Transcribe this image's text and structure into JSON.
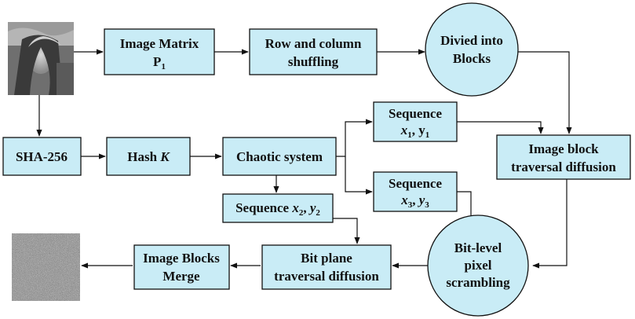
{
  "nodes": {
    "image_matrix": {
      "line1": "Image Matrix",
      "line2_main": "P",
      "line2_sub": "1"
    },
    "row_column_shuffling": {
      "line1": "Row and column",
      "line2": "shuffling"
    },
    "divided_blocks": {
      "line1": "Divied into",
      "line2": "Blocks"
    },
    "sha256": {
      "label": "SHA-256"
    },
    "hash_k": {
      "text": "Hash ",
      "var": "K"
    },
    "chaotic_system": {
      "label": "Chaotic system"
    },
    "seq_x1_y1": {
      "line1": "Sequence",
      "x": "x",
      "x_sub": "1",
      "sep": ", ",
      "y": "y",
      "y_sub": "1"
    },
    "seq_x3_y3": {
      "line1": "Sequence",
      "x": "x",
      "x_sub": "3",
      "sep": ", ",
      "y": "y",
      "y_sub": "3"
    },
    "seq_x2_y2": {
      "prefix": "Sequence ",
      "x": "x",
      "x_sub": "2",
      "sep": ", ",
      "y": "y",
      "y_sub": "2"
    },
    "image_block_diffusion": {
      "line1": "Image block",
      "line2": "traversal diffusion"
    },
    "bit_level_scrambling": {
      "line1": "Bit-level",
      "line2": "pixel",
      "line3": "scrambling"
    },
    "bit_plane_diffusion": {
      "line1": "Bit plane",
      "line2": "traversal diffusion"
    },
    "image_blocks_merge": {
      "line1": "Image Blocks",
      "line2": "Merge"
    }
  },
  "images": {
    "plain_image": "lena-grayscale-photo",
    "cipher_image": "noise-encrypted-image"
  },
  "colors": {
    "node_fill": "#c9ecf6",
    "stroke": "#111111"
  }
}
